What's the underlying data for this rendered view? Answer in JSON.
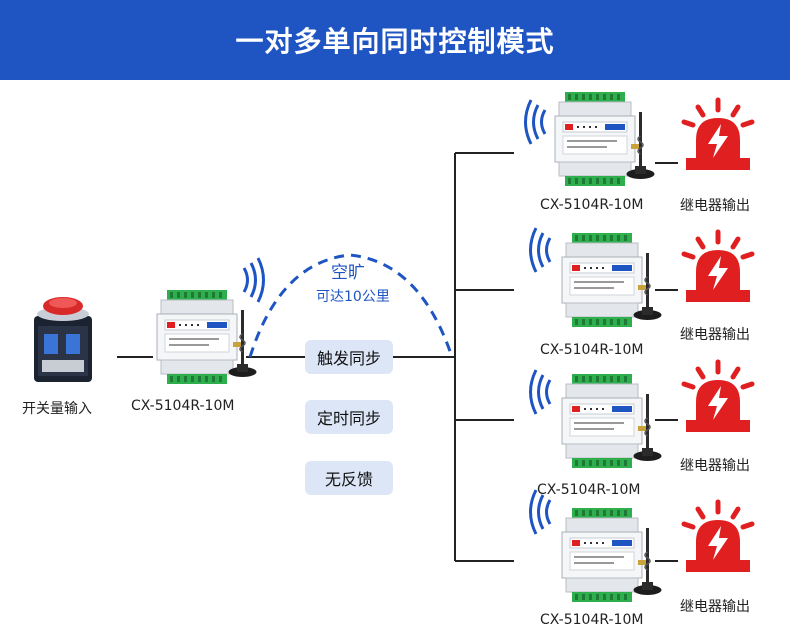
{
  "title": "一对多单向同时控制模式",
  "input_device": {
    "label": "开关量输入"
  },
  "transmitter": {
    "model": "CX-5104R-10M"
  },
  "wireless": {
    "main": "空旷",
    "sub": "可达10公里"
  },
  "modes": [
    "触发同步",
    "定时同步",
    "无反馈"
  ],
  "receivers": [
    {
      "model": "CX-5104R-10M",
      "output": "继电器输出"
    },
    {
      "model": "CX-5104R-10M",
      "output": "继电器输出"
    },
    {
      "model": "CX-5104R-10M",
      "output": "继电器输出"
    },
    {
      "model": "CX-5104R-10M",
      "output": "继电器输出"
    }
  ],
  "colors": {
    "header": "#1f55c2",
    "link": "#1f55c2",
    "alarm": "#e02020",
    "pill": "#dce6f6",
    "module": "#f1f3f5",
    "terminal": "#2fae4e"
  },
  "icons": [
    "push-button-switch",
    "relay-module",
    "antenna",
    "wireless-signal-waves",
    "alarm-beacon",
    "lightning-bolt"
  ]
}
